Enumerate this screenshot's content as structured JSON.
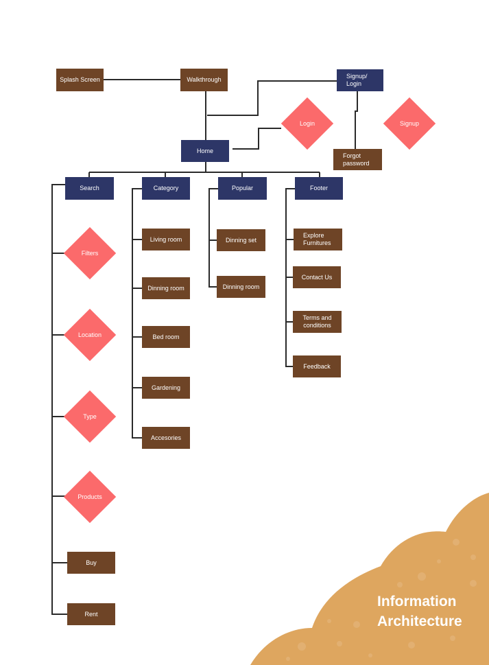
{
  "diagram": {
    "nodes": {
      "splash": "Splash Screen",
      "walkthrough": "Walkthrough",
      "signup_login_1": "Signup/",
      "signup_login_2": "Login",
      "login": "Login",
      "signup": "Signup",
      "home": "Home",
      "forgot_1": "Forgot",
      "forgot_2": "password",
      "search": "Search",
      "category": "Category",
      "popular": "Popular",
      "footer": "Footer",
      "filters": "Filters",
      "location": "Location",
      "type": "Type",
      "products": "Products",
      "buy": "Buy",
      "rent": "Rent",
      "living_room": "Living room",
      "dinning_room_cat": "Dinning room",
      "bed_room": "Bed room",
      "gardening": "Gardening",
      "accesories": "Accesories",
      "dinning_set": "Dinning set",
      "dinning_room_pop": "Dinning room",
      "explore_1": "Explore",
      "explore_2": "Furnitures",
      "contact_us": "Contact Us",
      "terms_1": "Terms and",
      "terms_2": "conditions",
      "feedback": "Feedback"
    }
  },
  "banner": {
    "title_line1": "Information",
    "title_line2": "Architecture"
  },
  "colors": {
    "brown": "#6e4426",
    "navy": "#2d3667",
    "coral": "#fb6a6b",
    "tan": "#dea65f",
    "line": "#2a2a2a"
  }
}
